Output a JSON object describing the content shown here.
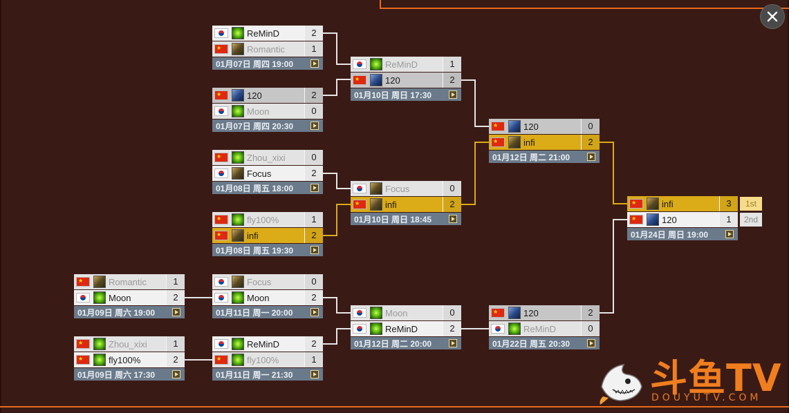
{
  "window": {
    "close_label": "×"
  },
  "logo": {
    "text": "斗鱼TV",
    "domain": "DOUYUTV.COM"
  },
  "colors": {
    "accent": "#e86a1c",
    "winner_gold": "#dbab18",
    "date_bar": "#6b7a8a",
    "background": "#3a1a15"
  },
  "icons": {
    "close": "close-icon",
    "play": "play-icon",
    "flag_cn": "china-flag-icon",
    "flag_kr": "korea-flag-icon",
    "race_nightelf": "nightelf-race-icon",
    "race_undead": "undead-race-icon",
    "race_human": "human-race-icon"
  },
  "matches": [
    {
      "id": "m1",
      "date": "01月07日 周四 19:00",
      "players": [
        {
          "name": "ReMinD",
          "flag": "kr",
          "race": "green",
          "score": "2",
          "state": "win"
        },
        {
          "name": "Romantic",
          "flag": "cn",
          "race": "undead",
          "score": "1",
          "state": "loser"
        }
      ]
    },
    {
      "id": "m2",
      "date": "01月07日 周四 20:30",
      "players": [
        {
          "name": "120",
          "flag": "cn",
          "race": "orc",
          "score": "2",
          "state": "win-dark"
        },
        {
          "name": "Moon",
          "flag": "kr",
          "race": "green",
          "score": "0",
          "state": "loser"
        }
      ]
    },
    {
      "id": "m3",
      "date": "01月08日 周五 18:00",
      "players": [
        {
          "name": "Zhou_xixi",
          "flag": "cn",
          "race": "green",
          "score": "0",
          "state": "loser"
        },
        {
          "name": "Focus",
          "flag": "kr",
          "race": "undead",
          "score": "2",
          "state": "win"
        }
      ]
    },
    {
      "id": "m4",
      "date": "01月08日 周五 19:30",
      "players": [
        {
          "name": "fly100%",
          "flag": "cn",
          "race": "green",
          "score": "1",
          "state": "loser"
        },
        {
          "name": "infi",
          "flag": "cn",
          "race": "undead",
          "score": "2",
          "state": "gold"
        }
      ]
    },
    {
      "id": "m5",
      "date": "01月10日 周日 17:30",
      "players": [
        {
          "name": "ReMinD",
          "flag": "kr",
          "race": "green",
          "score": "1",
          "state": "loser"
        },
        {
          "name": "120",
          "flag": "cn",
          "race": "orc",
          "score": "2",
          "state": "win-dark"
        }
      ]
    },
    {
      "id": "m6",
      "date": "01月10日 周日 18:45",
      "players": [
        {
          "name": "Focus",
          "flag": "kr",
          "race": "undead",
          "score": "0",
          "state": "loser"
        },
        {
          "name": "infi",
          "flag": "cn",
          "race": "undead",
          "score": "2",
          "state": "gold"
        }
      ]
    },
    {
      "id": "m7",
      "date": "01月12日 周二 21:00",
      "players": [
        {
          "name": "120",
          "flag": "cn",
          "race": "orc",
          "score": "0",
          "state": "win-dark"
        },
        {
          "name": "infi",
          "flag": "cn",
          "race": "undead",
          "score": "2",
          "state": "gold"
        }
      ]
    },
    {
      "id": "m8",
      "date": "01月24日 周日 19:00",
      "players": [
        {
          "name": "infi",
          "flag": "cn",
          "race": "undead",
          "score": "3",
          "state": "gold"
        },
        {
          "name": "120",
          "flag": "cn",
          "race": "orc",
          "score": "1",
          "state": "win"
        }
      ]
    },
    {
      "id": "m9",
      "date": "01月09日 周六 19:00",
      "players": [
        {
          "name": "Romantic",
          "flag": "cn",
          "race": "undead",
          "score": "1",
          "state": "loser"
        },
        {
          "name": "Moon",
          "flag": "kr",
          "race": "green",
          "score": "2",
          "state": "win"
        }
      ]
    },
    {
      "id": "m10",
      "date": "01月09日 周六 17:30",
      "players": [
        {
          "name": "Zhou_xixi",
          "flag": "cn",
          "race": "green",
          "score": "1",
          "state": "loser"
        },
        {
          "name": "fly100%",
          "flag": "cn",
          "race": "green",
          "score": "2",
          "state": "win"
        }
      ]
    },
    {
      "id": "m11",
      "date": "01月11日 周一 20:00",
      "players": [
        {
          "name": "Focus",
          "flag": "kr",
          "race": "undead",
          "score": "0",
          "state": "loser"
        },
        {
          "name": "Moon",
          "flag": "kr",
          "race": "green",
          "score": "2",
          "state": "win"
        }
      ]
    },
    {
      "id": "m12",
      "date": "01月11日 周一 21:30",
      "players": [
        {
          "name": "ReMinD",
          "flag": "kr",
          "race": "green",
          "score": "2",
          "state": "win"
        },
        {
          "name": "fly100%",
          "flag": "cn",
          "race": "green",
          "score": "1",
          "state": "loser"
        }
      ]
    },
    {
      "id": "m13",
      "date": "01月12日 周二 20:00",
      "players": [
        {
          "name": "Moon",
          "flag": "kr",
          "race": "green",
          "score": "0",
          "state": "loser"
        },
        {
          "name": "ReMinD",
          "flag": "kr",
          "race": "green",
          "score": "2",
          "state": "win"
        }
      ]
    },
    {
      "id": "m14",
      "date": "01月22日 周五 20:30",
      "players": [
        {
          "name": "120",
          "flag": "cn",
          "race": "orc",
          "score": "2",
          "state": "win-dark"
        },
        {
          "name": "ReMinD",
          "flag": "kr",
          "race": "green",
          "score": "0",
          "state": "loser"
        }
      ]
    }
  ],
  "placements": {
    "first": "1st",
    "second": "2nd"
  }
}
